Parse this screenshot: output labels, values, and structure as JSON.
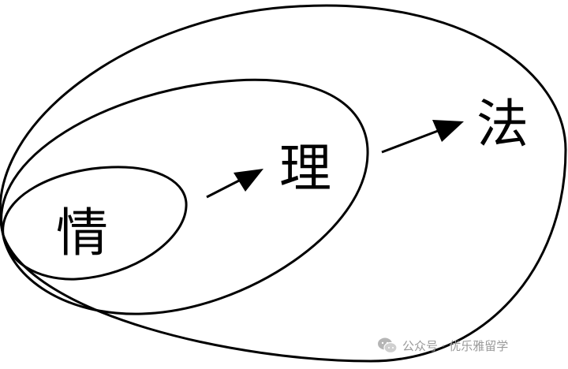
{
  "diagram": {
    "labels": {
      "inner": "情",
      "middle": "理",
      "outer": "法"
    },
    "colors": {
      "stroke": "#000000",
      "background": "#ffffff",
      "watermark": "#9a9a9a"
    }
  },
  "watermark": {
    "icon": "wechat-icon",
    "text": "公众号 · 优乐雅留学"
  }
}
